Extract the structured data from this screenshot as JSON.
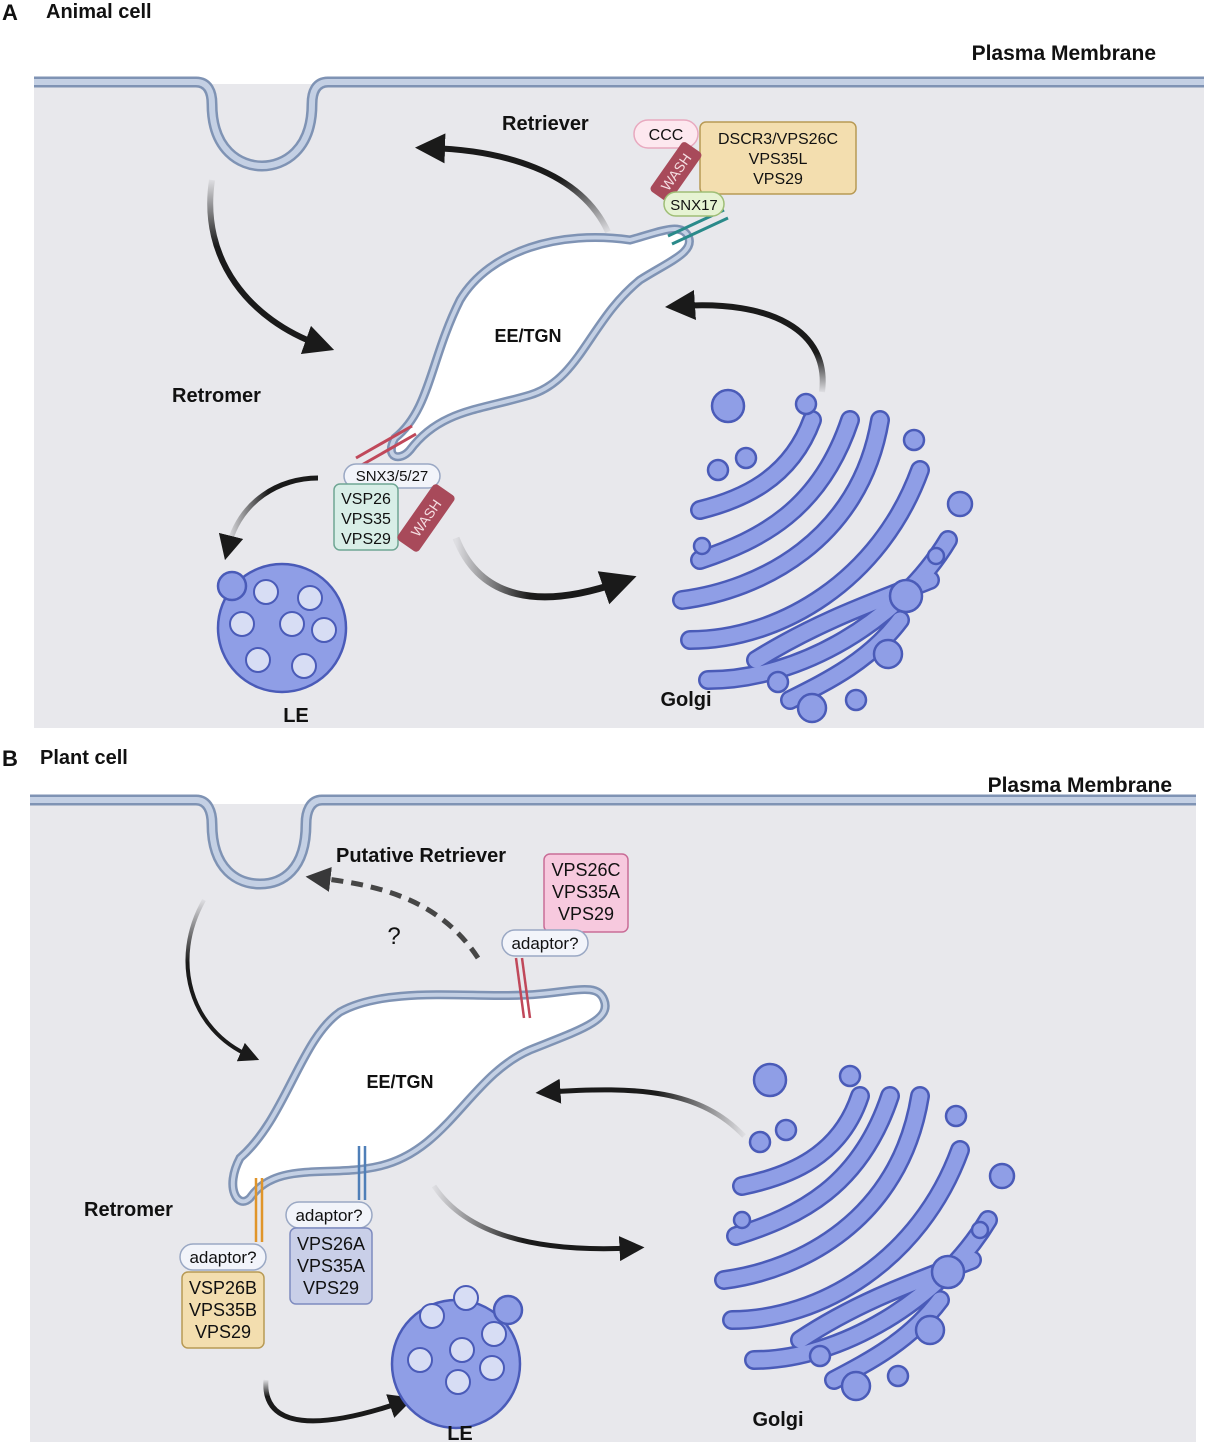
{
  "panel_a": {
    "letter": "A",
    "title": "Animal cell",
    "plasma_membrane": "Plasma Membrane",
    "retriever": "Retriever",
    "retromer": "Retromer",
    "ee_tgn": "EE/TGN",
    "le": "LE",
    "golgi": "Golgi",
    "ccc": "CCC",
    "wash_top": "WASH",
    "snx17": "SNX17",
    "retriever_complex": [
      "DSCR3/VPS26C",
      "VPS35L",
      "VPS29"
    ],
    "snx_retromer": "SNX3/5/27",
    "retromer_complex": [
      "VSP26",
      "VPS35",
      "VPS29"
    ],
    "wash_bottom": "WASH"
  },
  "panel_b": {
    "letter": "B",
    "title": "Plant cell",
    "plasma_membrane": "Plasma Membrane",
    "putative_retriever": "Putative Retriever",
    "question": "?",
    "retromer": "Retromer",
    "ee_tgn": "EE/TGN",
    "le": "LE",
    "golgi": "Golgi",
    "retriever_complex": [
      "VPS26C",
      "VPS35A",
      "VPS29"
    ],
    "adaptor_top": "adaptor?",
    "adaptor_mid": "adaptor?",
    "retromer_a_complex": [
      "VPS26A",
      "VPS35A",
      "VPS29"
    ],
    "adaptor_left": "adaptor?",
    "retromer_b_complex": [
      "VSP26B",
      "VPS35B",
      "VPS29"
    ]
  },
  "colors": {
    "cell_bg": "#e8e8ec",
    "membrane": "#aebdd6",
    "membrane_edge": "#7f93b4",
    "golgi_fill": "#8f9ee6",
    "golgi_edge": "#4a5bb8",
    "wash": "#a84a5a",
    "ccc_fill": "#fde8ef",
    "retriever_box": "#f3deaf",
    "retromer_box_a": "#d8eee7",
    "retriever_box_b": "#f7c9de",
    "retromer_box_b1": "#c9cfe8",
    "retromer_box_b2": "#f3deaf"
  }
}
